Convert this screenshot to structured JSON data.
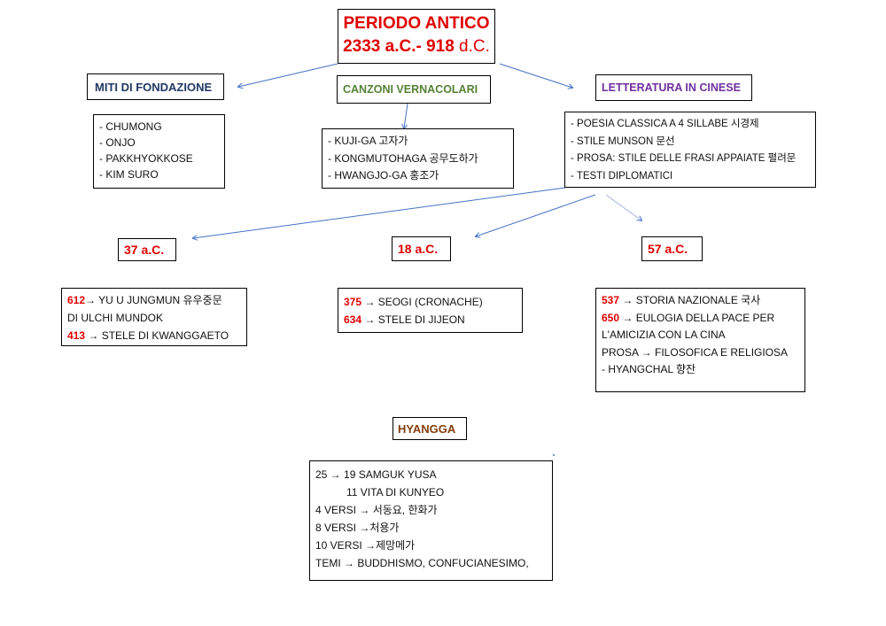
{
  "title": {
    "line1": "PERIODO ANTICO",
    "line2_bold": "2333 a.C.- 918",
    "line2_suffix": " d.C."
  },
  "branches": {
    "miti": {
      "label": "MITI DI FONDAZIONE",
      "color": "#1f3864",
      "items": [
        "- CHUMONG",
        "- ONJO",
        "- PAKKHYOKKOSE",
        "- KIM SURO"
      ]
    },
    "canzoni": {
      "label": "CANZONI VERNACOLARI",
      "color": "#548235",
      "items": [
        "- KUJI-GA 고자가",
        "- KONGMUTOHAGA 공무도하가",
        "- HWANGJO-GA 홍조가"
      ]
    },
    "letteratura": {
      "label": "LETTERATURA IN CINESE",
      "color": "#7030a0",
      "items": [
        "- POESIA CLASSICA A 4 SILLABE 시경제",
        "- STILE MUNSON 문선",
        "- PROSA: STILE DELLE FRASI APPAIATE 펼려문",
        "- TESTI DIPLOMATICI"
      ]
    }
  },
  "kingdoms": {
    "k37": {
      "year": "37 a.C.",
      "items": [
        {
          "num": "612",
          "text": "→ YU U JUNGMUN 유우중문"
        },
        {
          "num": "",
          "text": "DI ULCHI MUNDOK"
        },
        {
          "num": "413",
          "text": " → STELE DI KWANGGAETO"
        }
      ]
    },
    "k18": {
      "year": "18 a.C.",
      "items": [
        {
          "num": "375",
          "text": " → SEOGI (CRONACHE)"
        },
        {
          "num": "634",
          "text": " → STELE DI JIJEON"
        }
      ]
    },
    "k57": {
      "year": "57 a.C.",
      "items": [
        {
          "num": "537",
          "text": " → STORIA NAZIONALE 국사"
        },
        {
          "num": "650",
          "text": " → EULOGIA DELLA PACE PER"
        },
        {
          "num": "",
          "text": "L'AMICIZIA CON LA CINA"
        },
        {
          "num": "",
          "text": "PROSA → FILOSOFICA E RELIGIOSA"
        },
        {
          "num": "",
          "text": "- HYANGCHAL 향잔"
        }
      ]
    }
  },
  "hyangga": {
    "label": "HYANGGA",
    "color": "#843c0c",
    "items": [
      "25 → 19 SAMGUK YUSA",
      "11 VITA DI KUNYEO",
      "4 VERSI → 서동요, 한화가",
      "8 VERSI →처용가",
      "10 VERSI →제망메가",
      "TEMI → BUDDHISMO, CONFUCIANESIMO,"
    ]
  },
  "colors": {
    "accent_red": "#e00000",
    "connector": "#4472c4"
  }
}
